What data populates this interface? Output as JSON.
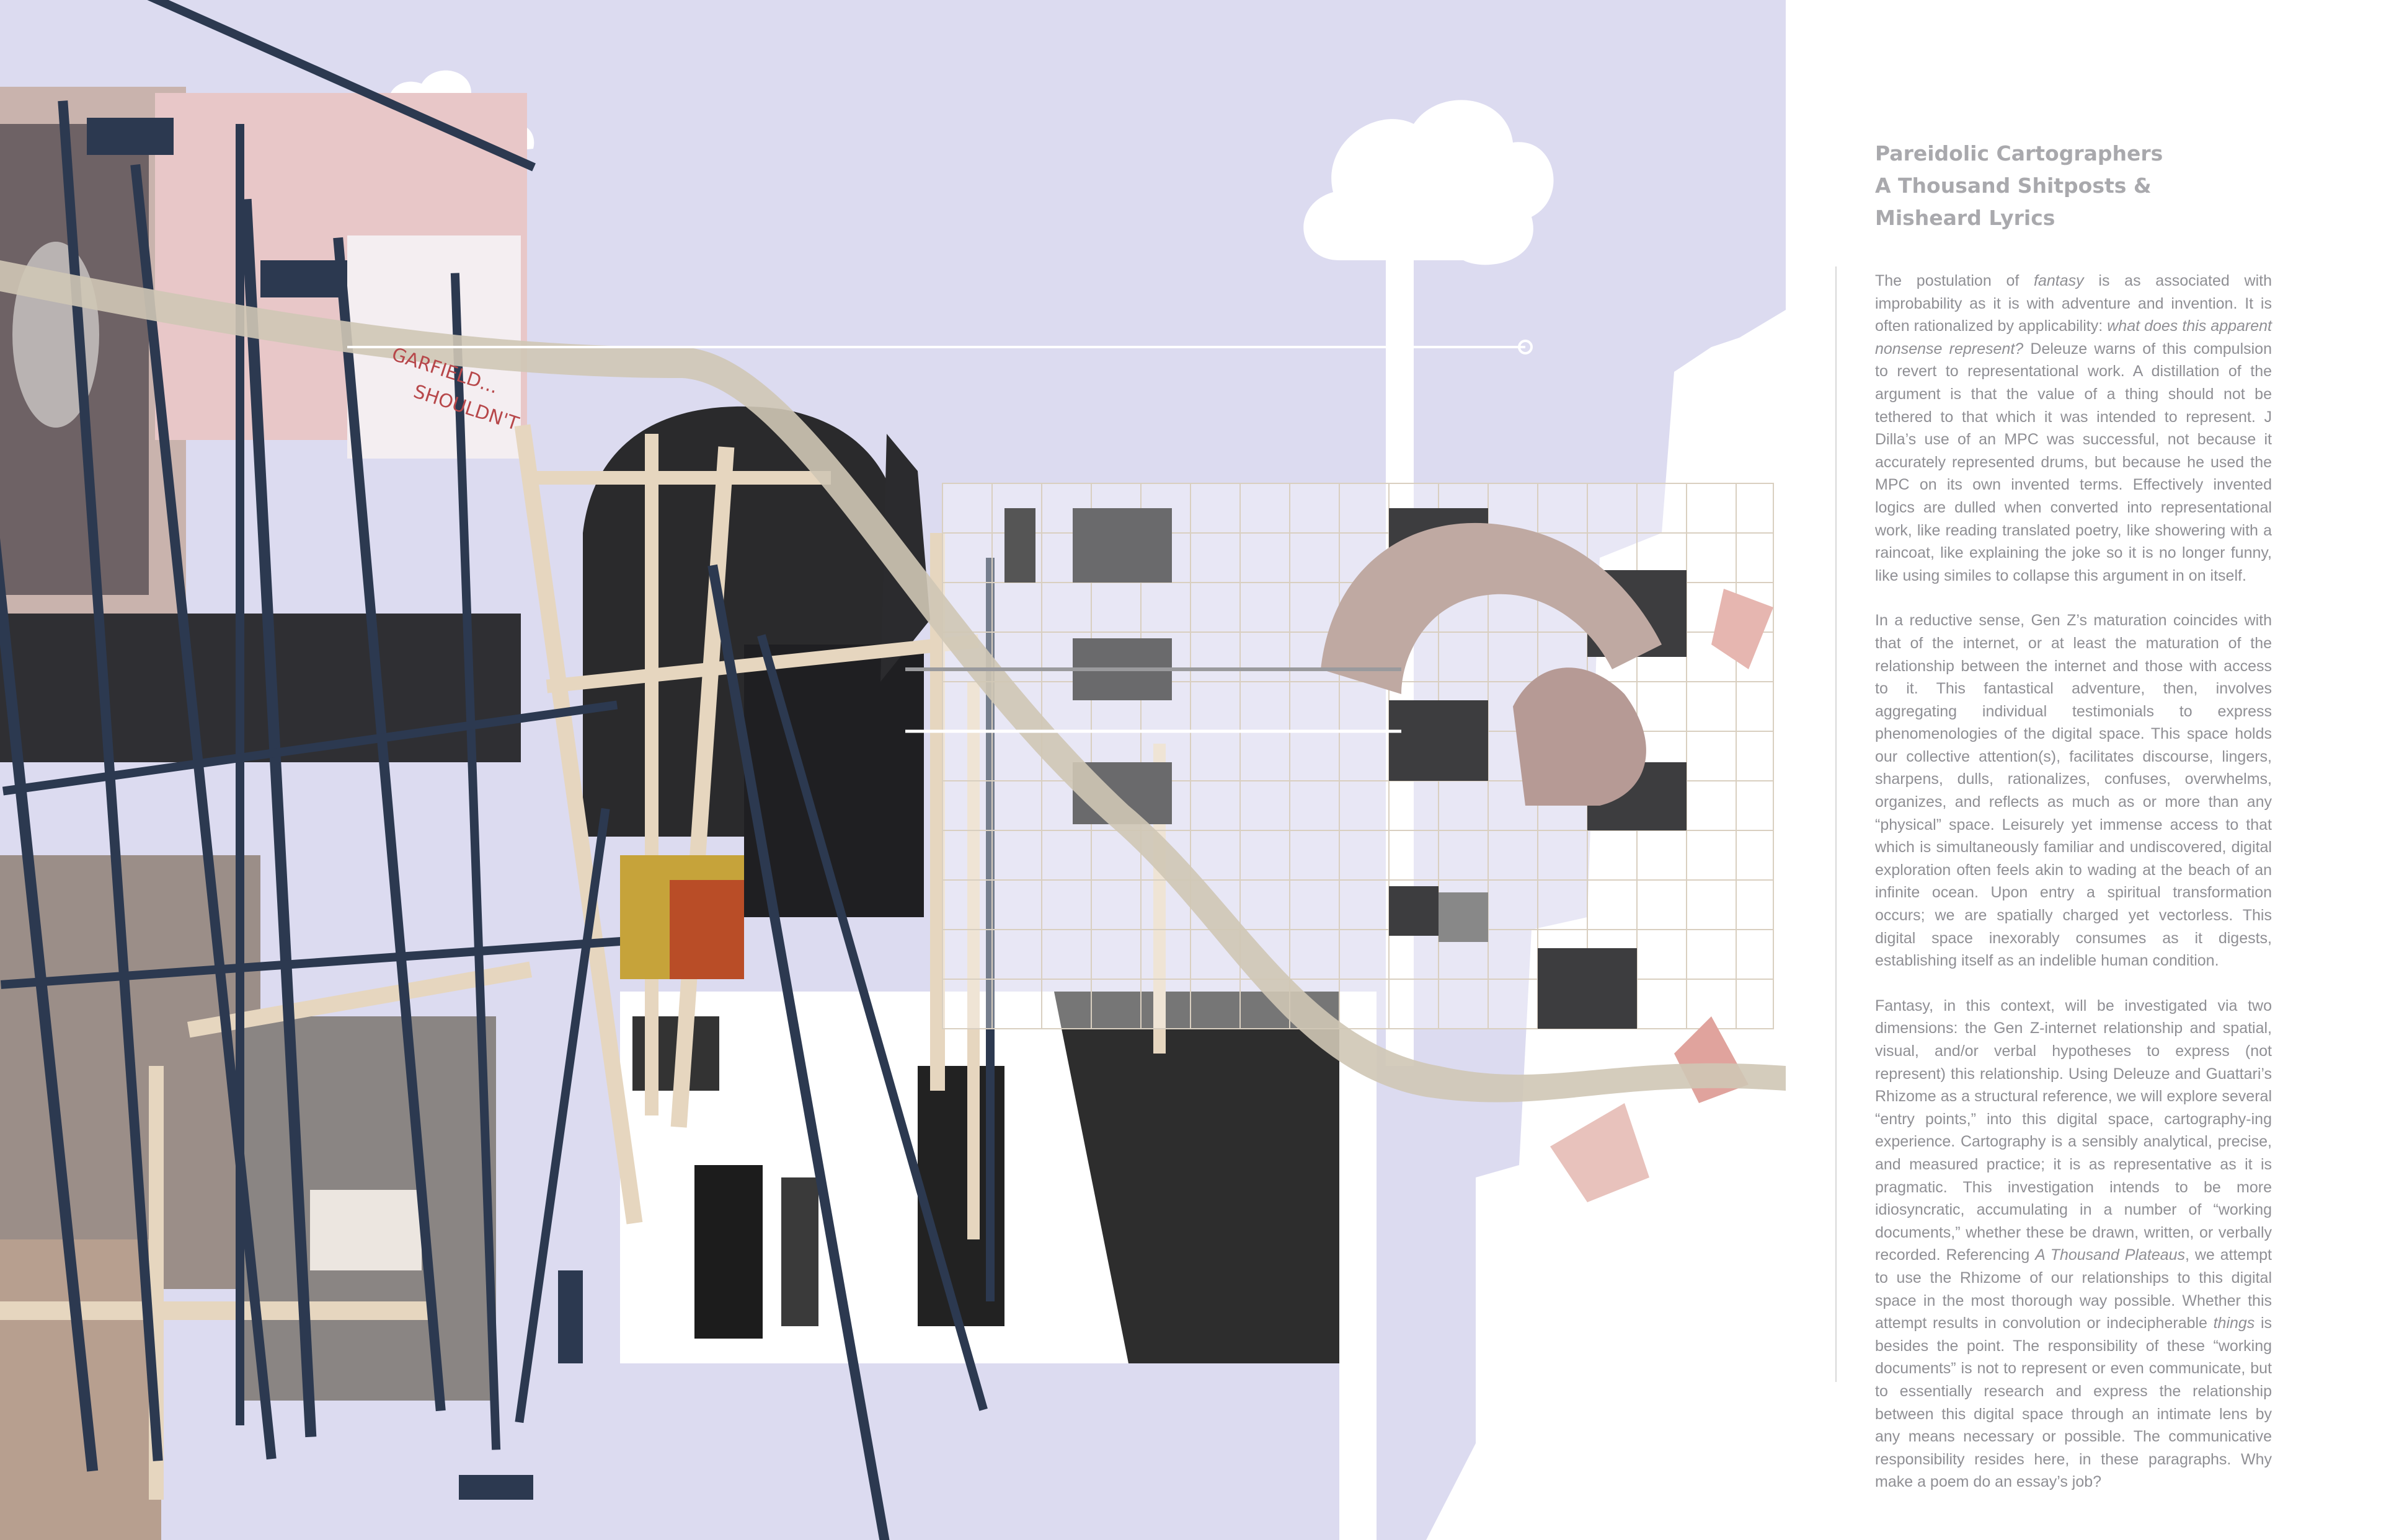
{
  "article": {
    "title_lines": [
      "Pareidolic Cartographers",
      "A Thousand Shitposts &",
      "Misheard Lyrics"
    ],
    "paragraph_1": {
      "a": "The postulation of ",
      "b": "fantasy",
      "c": " is as associated with improbability as it is with adventure and invention. It is often rationalized by applicability: ",
      "d": "what does this apparent nonsense represent?",
      "e": " Deleuze warns of this compulsion to revert to representational work. A distillation of the argument is that the value of a thing should not be tethered to that which it was intended to represent. J Dilla’s use of an MPC was successful, not because it accurately represented drums, but because he used the MPC on its own invented terms. Effectively invented logics are dulled when converted into representational work, like reading translated poetry, like showering with a raincoat, like explaining the joke so it is no longer funny, like using similes to collapse this argument in on itself."
    },
    "paragraph_2": "In a reductive sense, Gen Z’s maturation coincides with that of the internet, or at least the maturation of the relationship between the internet and those with access to it. This fantastical adventure, then, involves aggregating individual testimonials to express phenomenologies of the digital space. This space holds our collective attention(s), facilitates discourse, lingers, sharpens, dulls, rationalizes, confuses, overwhelms, organizes, and reflects as much as or more than any “physical” space. Leisurely yet immense access to that which is simultaneously familiar and undiscovered, digital exploration often feels akin to wading at the beach of an infinite ocean. Upon entry a spiritual transformation occurs; we are spatially charged yet vectorless. This digital space inexorably consumes as it digests, establishing itself as an indelible human condition.",
    "paragraph_3": {
      "a": "Fantasy, in this context, will be investigated via two dimensions: the Gen Z-internet relationship and spatial, visual, and/or verbal hypotheses to express (not represent) this relationship. Using Deleuze and Guattari’s Rhizome as a structural reference, we will explore several “entry points,” into this digital space, cartography-ing experience. Cartography is a sensibly analytical, precise, and measured practice; it is as representative as it is pragmatic. This investigation intends to be more idiosyncratic, accumulating in a number of “working documents,” whether these be drawn, written, or verbally recorded. Referencing ",
      "b": "A Thousand Plateaus",
      "c": ", we attempt to use the Rhizome of our relationships to this digital space in the most thorough way possible. Whether this attempt results in convolution or indecipherable ",
      "d": "things",
      "e": " is besides the point. The responsibility of these “working documents” is not to represent or even communicate, but to essentially research and express the relationship between this digital space through an intimate lens by any means necessary or possible. The communicative responsibility resides here, in these paragraphs. Why make a poem do an essay’s job?"
    }
  },
  "collage": {
    "sign_text_1": "GARFIELD...",
    "sign_text_2": "SHOULDN'T"
  },
  "colors": {
    "lavender": "#dcdbf0",
    "navy": "#2c3950",
    "beige": "#e6d6bf",
    "dark": "#2a2a2a",
    "title_gray": "#a9a9ad",
    "body_gray": "#8f8f94"
  }
}
